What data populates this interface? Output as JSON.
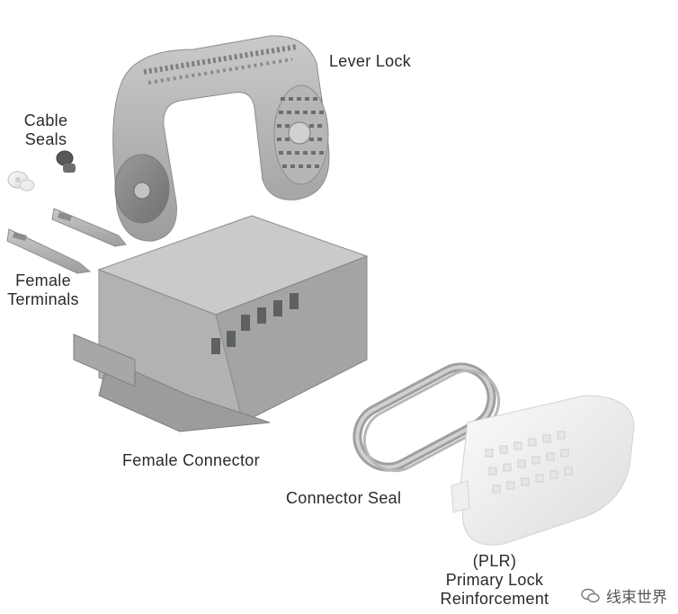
{
  "labels": {
    "lever_lock": "Lever Lock",
    "cable_seals_1": "Cable",
    "cable_seals_2": "Seals",
    "female_terminals_1": "Female",
    "female_terminals_2": "Terminals",
    "female_connector": "Female Connector",
    "connector_seal": "Connector Seal",
    "plr_1": "(PLR)",
    "plr_2": "Primary Lock",
    "plr_3": "Reinforcement"
  },
  "watermark": {
    "text": "线束世界",
    "icon": "wechat-icon"
  },
  "colors": {
    "part_gray": "#a9aaab",
    "part_dark": "#7d7f80",
    "part_light": "#d4d5d6",
    "plr_white": "#f2f2f2"
  }
}
